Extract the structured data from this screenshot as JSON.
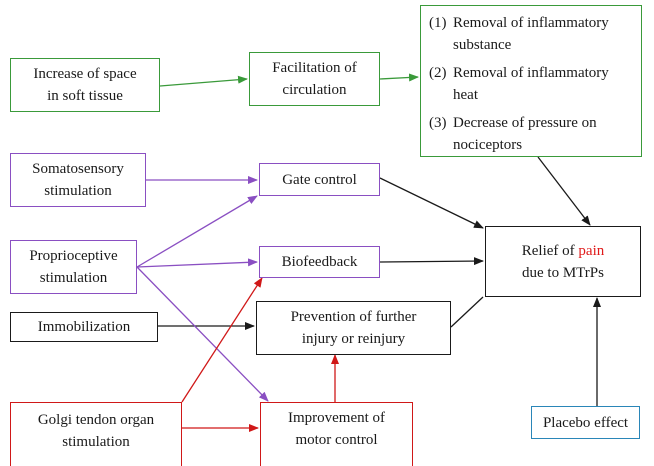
{
  "colors": {
    "green": "#3a9a3a",
    "purple": "#8a4fc2",
    "black": "#1a1a1a",
    "red": "#d01818",
    "blue": "#2a86b8",
    "pain": "#e01a1a"
  },
  "nodes": {
    "increase_space": {
      "lines": [
        "Increase of space",
        "in soft tissue"
      ]
    },
    "facilitation": {
      "lines": [
        "Facilitation of",
        "circulation"
      ]
    },
    "mechanisms": {
      "items": [
        {
          "num": "(1)",
          "lines": [
            "Removal of inflammatory",
            "substance"
          ]
        },
        {
          "num": "(2)",
          "lines": [
            "Removal of inflammatory",
            "heat"
          ]
        },
        {
          "num": "(3)",
          "lines": [
            "Decrease of pressure on",
            "nociceptors"
          ]
        }
      ]
    },
    "somatosensory": {
      "lines": [
        "Somatosensory",
        "stimulation"
      ]
    },
    "gate_control": {
      "lines": [
        "Gate control"
      ]
    },
    "proprioceptive": {
      "lines": [
        "Proprioceptive",
        "stimulation"
      ]
    },
    "biofeedback": {
      "lines": [
        "Biofeedback"
      ]
    },
    "relief": {
      "line1_prefix": "Relief of ",
      "line1_highlight": "pain",
      "line2": "due to MTrPs"
    },
    "immobilization": {
      "lines": [
        "Immobilization"
      ]
    },
    "prevention": {
      "lines": [
        "Prevention of further",
        "injury or reinjury"
      ]
    },
    "golgi": {
      "lines": [
        "Golgi tendon organ",
        "stimulation"
      ]
    },
    "improvement": {
      "lines": [
        "Improvement of",
        "motor control"
      ]
    },
    "placebo": {
      "lines": [
        "Placebo effect"
      ]
    }
  },
  "edges": [
    {
      "from": "increase_space",
      "to": "facilitation",
      "color": "green"
    },
    {
      "from": "facilitation",
      "to": "mechanisms",
      "color": "green"
    },
    {
      "from": "mechanisms",
      "to": "relief",
      "color": "black"
    },
    {
      "from": "somatosensory",
      "to": "gate_control",
      "color": "purple"
    },
    {
      "from": "proprioceptive",
      "to": "gate_control",
      "color": "purple"
    },
    {
      "from": "proprioceptive",
      "to": "biofeedback",
      "color": "purple"
    },
    {
      "from": "proprioceptive",
      "to": "improvement",
      "color": "purple"
    },
    {
      "from": "gate_control",
      "to": "relief",
      "color": "black"
    },
    {
      "from": "biofeedback",
      "to": "relief",
      "color": "black"
    },
    {
      "from": "prevention",
      "to": "relief",
      "color": "black"
    },
    {
      "from": "immobilization",
      "to": "prevention",
      "color": "black"
    },
    {
      "from": "golgi",
      "to": "biofeedback",
      "color": "red"
    },
    {
      "from": "golgi",
      "to": "improvement",
      "color": "red"
    },
    {
      "from": "improvement",
      "to": "prevention",
      "color": "red"
    },
    {
      "from": "placebo",
      "to": "relief",
      "color": "black"
    }
  ]
}
